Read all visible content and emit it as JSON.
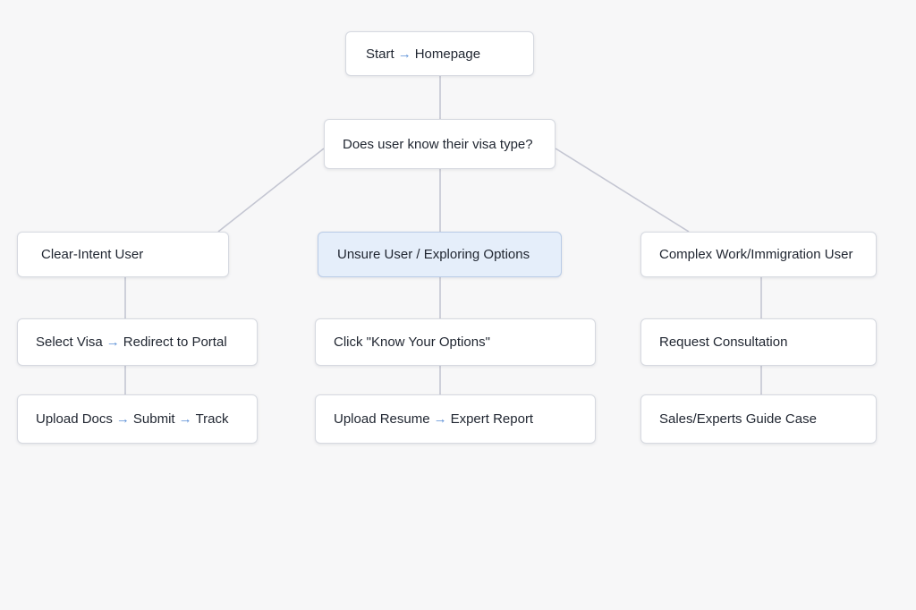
{
  "colors": {
    "background": "#f7f7f8",
    "node_fill": "#ffffff",
    "node_border": "#d6d9e0",
    "highlight_fill": "#e5eefa",
    "connector": "#c4c6d2",
    "arrow_glyph": "#5b8fd6",
    "text": "#1f2530"
  },
  "arrow_symbol": "→",
  "nodes": {
    "start": {
      "parts": [
        "Start",
        "Homepage"
      ]
    },
    "question": {
      "parts": [
        "Does user know their visa type?"
      ]
    },
    "clear_intent": {
      "parts": [
        "Clear-Intent User"
      ]
    },
    "unsure": {
      "parts": [
        "Unsure User / Exploring Options"
      ],
      "highlighted": true
    },
    "complex": {
      "parts": [
        "Complex Work/Immigration User"
      ]
    },
    "select_visa": {
      "parts": [
        "Select Visa",
        "Redirect to Portal"
      ]
    },
    "upload_docs": {
      "parts": [
        "Upload Docs",
        "Submit",
        "Track"
      ]
    },
    "know_options": {
      "parts": [
        "Click \"Know Your Options\""
      ]
    },
    "upload_resume": {
      "parts": [
        "Upload Resume",
        "Expert Report"
      ]
    },
    "request_consultation": {
      "parts": [
        "Request Consultation"
      ]
    },
    "sales_guide": {
      "parts": [
        "Sales/Experts Guide Case"
      ]
    }
  }
}
